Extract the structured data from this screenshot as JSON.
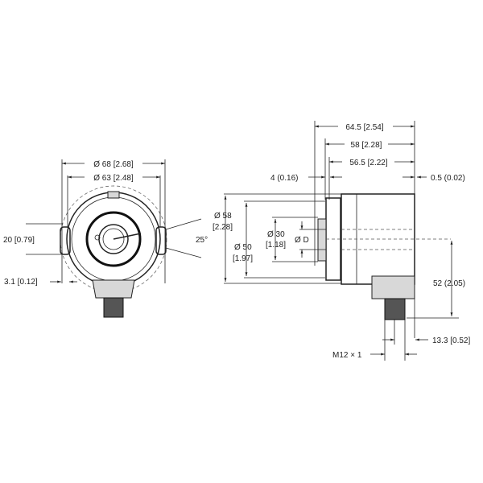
{
  "front_view": {
    "dim_outer_diameter": "Ø 68 [2.68]",
    "dim_inner_diameter": "Ø 63 [2.48]",
    "dim_height": "20 [0.79]",
    "dim_angle": "25°",
    "dim_offset": "3.1 [0.12]"
  },
  "side_view": {
    "dim_total_length": "64.5 [2.54]",
    "dim_body_length": "58 [2.28]",
    "dim_housing_length": "56.5 [2.22]",
    "dim_flange": "4 (0.16)",
    "dim_rear": "0.5 (0.02)",
    "dim_d58": "Ø 58",
    "dim_d58_in": "[2.28]",
    "dim_d30": "Ø 30",
    "dim_d30_in": "[1.18]",
    "dim_dD": "Ø D",
    "dim_d50": "Ø 50",
    "dim_d50_in": "[1.97]",
    "dim_connector_height": "52 (2.05)",
    "dim_connector_offset": "13.3 [0.52]",
    "dim_thread": "M12 × 1"
  }
}
